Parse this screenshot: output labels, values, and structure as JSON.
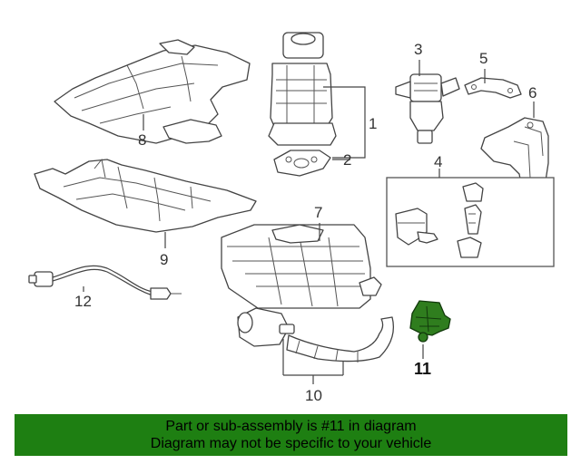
{
  "diagram": {
    "callouts": [
      "1",
      "2",
      "3",
      "4",
      "5",
      "6",
      "7",
      "8",
      "9",
      "10",
      "11",
      "12"
    ],
    "highlighted_part": "11",
    "highlight_color": "#2f7d1e"
  },
  "banner": {
    "line1": "Part or sub-assembly is #11 in diagram",
    "line2": "Diagram may not be specific to your vehicle",
    "background": "#1e7f12"
  }
}
